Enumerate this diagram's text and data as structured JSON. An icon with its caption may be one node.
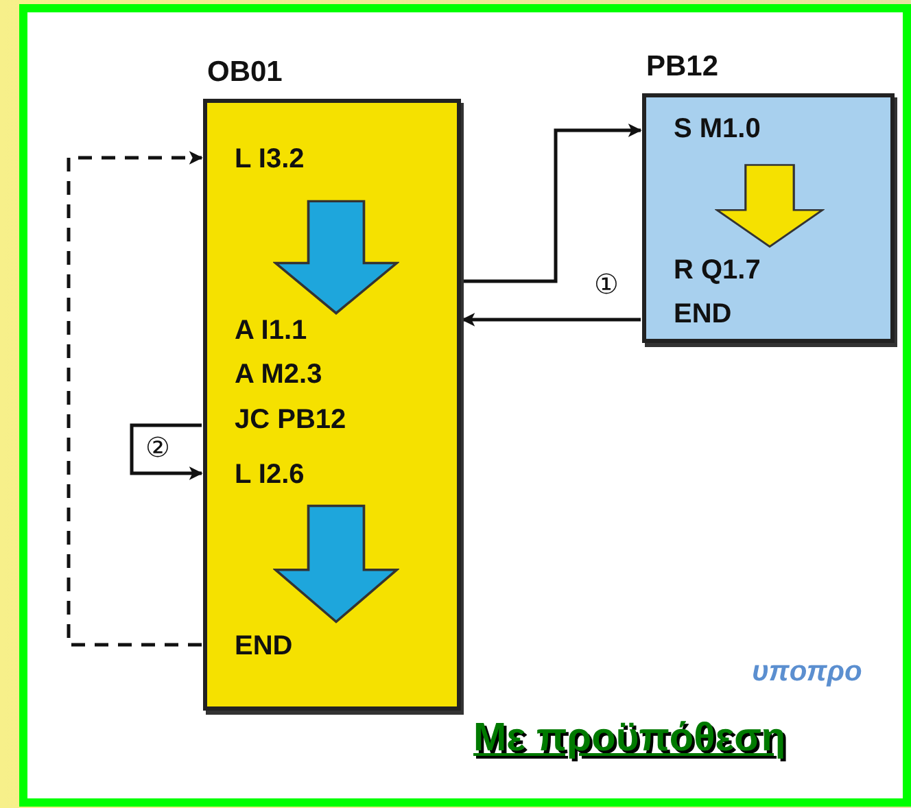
{
  "diagram": {
    "caption": "Με προϋπόθεση",
    "nodes": [
      {
        "text": [
          "OB01",
          "L I3.2",
          "A I1.1",
          "A M2.3",
          "JC PB12",
          "L I2.6",
          "END"
        ]
      },
      {
        "text": [
          "PB12",
          "S M1.0",
          "R Q1.7",
          "END"
        ]
      }
    ],
    "edges": [
      {
        "from": 0,
        "to": 1,
        "arrow": "to"
      },
      {
        "from": 1,
        "to": 0,
        "arrow": "to",
        "label": "①"
      },
      {
        "from": 0,
        "to": 0,
        "arrow": "to",
        "style": "dashed"
      },
      {
        "from": 0,
        "to": 0,
        "arrow": "to",
        "label": "②"
      }
    ],
    "labels": [
      "υποπρο"
    ]
  }
}
